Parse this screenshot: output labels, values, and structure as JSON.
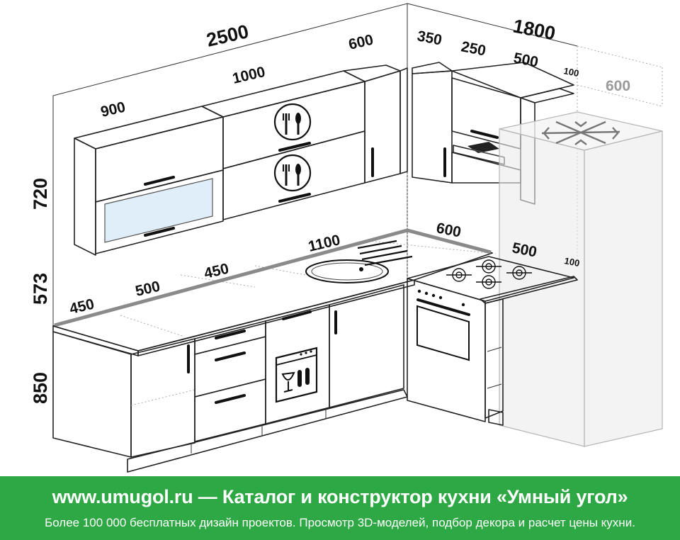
{
  "dimensions": {
    "top_total": "2500",
    "right_total": "1800",
    "upper_900": "900",
    "upper_1000": "1000",
    "upper_600": "600",
    "right_350": "350",
    "right_250": "250",
    "right_500": "500",
    "right_100": "100",
    "fridge_600": "600",
    "height_upper": "720",
    "height_gap": "573",
    "height_base": "850",
    "counter_1100": "1100",
    "counter_450_a": "450",
    "counter_500": "500",
    "counter_450_b": "450",
    "counter_600": "600",
    "counter_500_right": "500",
    "counter_100": "100"
  },
  "icons": [
    "cutlery-icon",
    "snowflake-icon",
    "dishwasher-icon",
    "sink-icon",
    "hob-icon",
    "oven-icon"
  ],
  "colors": {
    "footer_bg": "#2ea844",
    "footer_text": "#ffffff",
    "glass": "#dfeef9",
    "countertop_edge": "#8a8a8a"
  },
  "footer": {
    "title": "www.umugol.ru  —  Каталог и конструктор кухни «Умный угол»",
    "subtitle": "Более 100 000 бесплатных дизайн проектов. Просмотр 3D-моделей, подбор декора и расчет цены кухни."
  }
}
